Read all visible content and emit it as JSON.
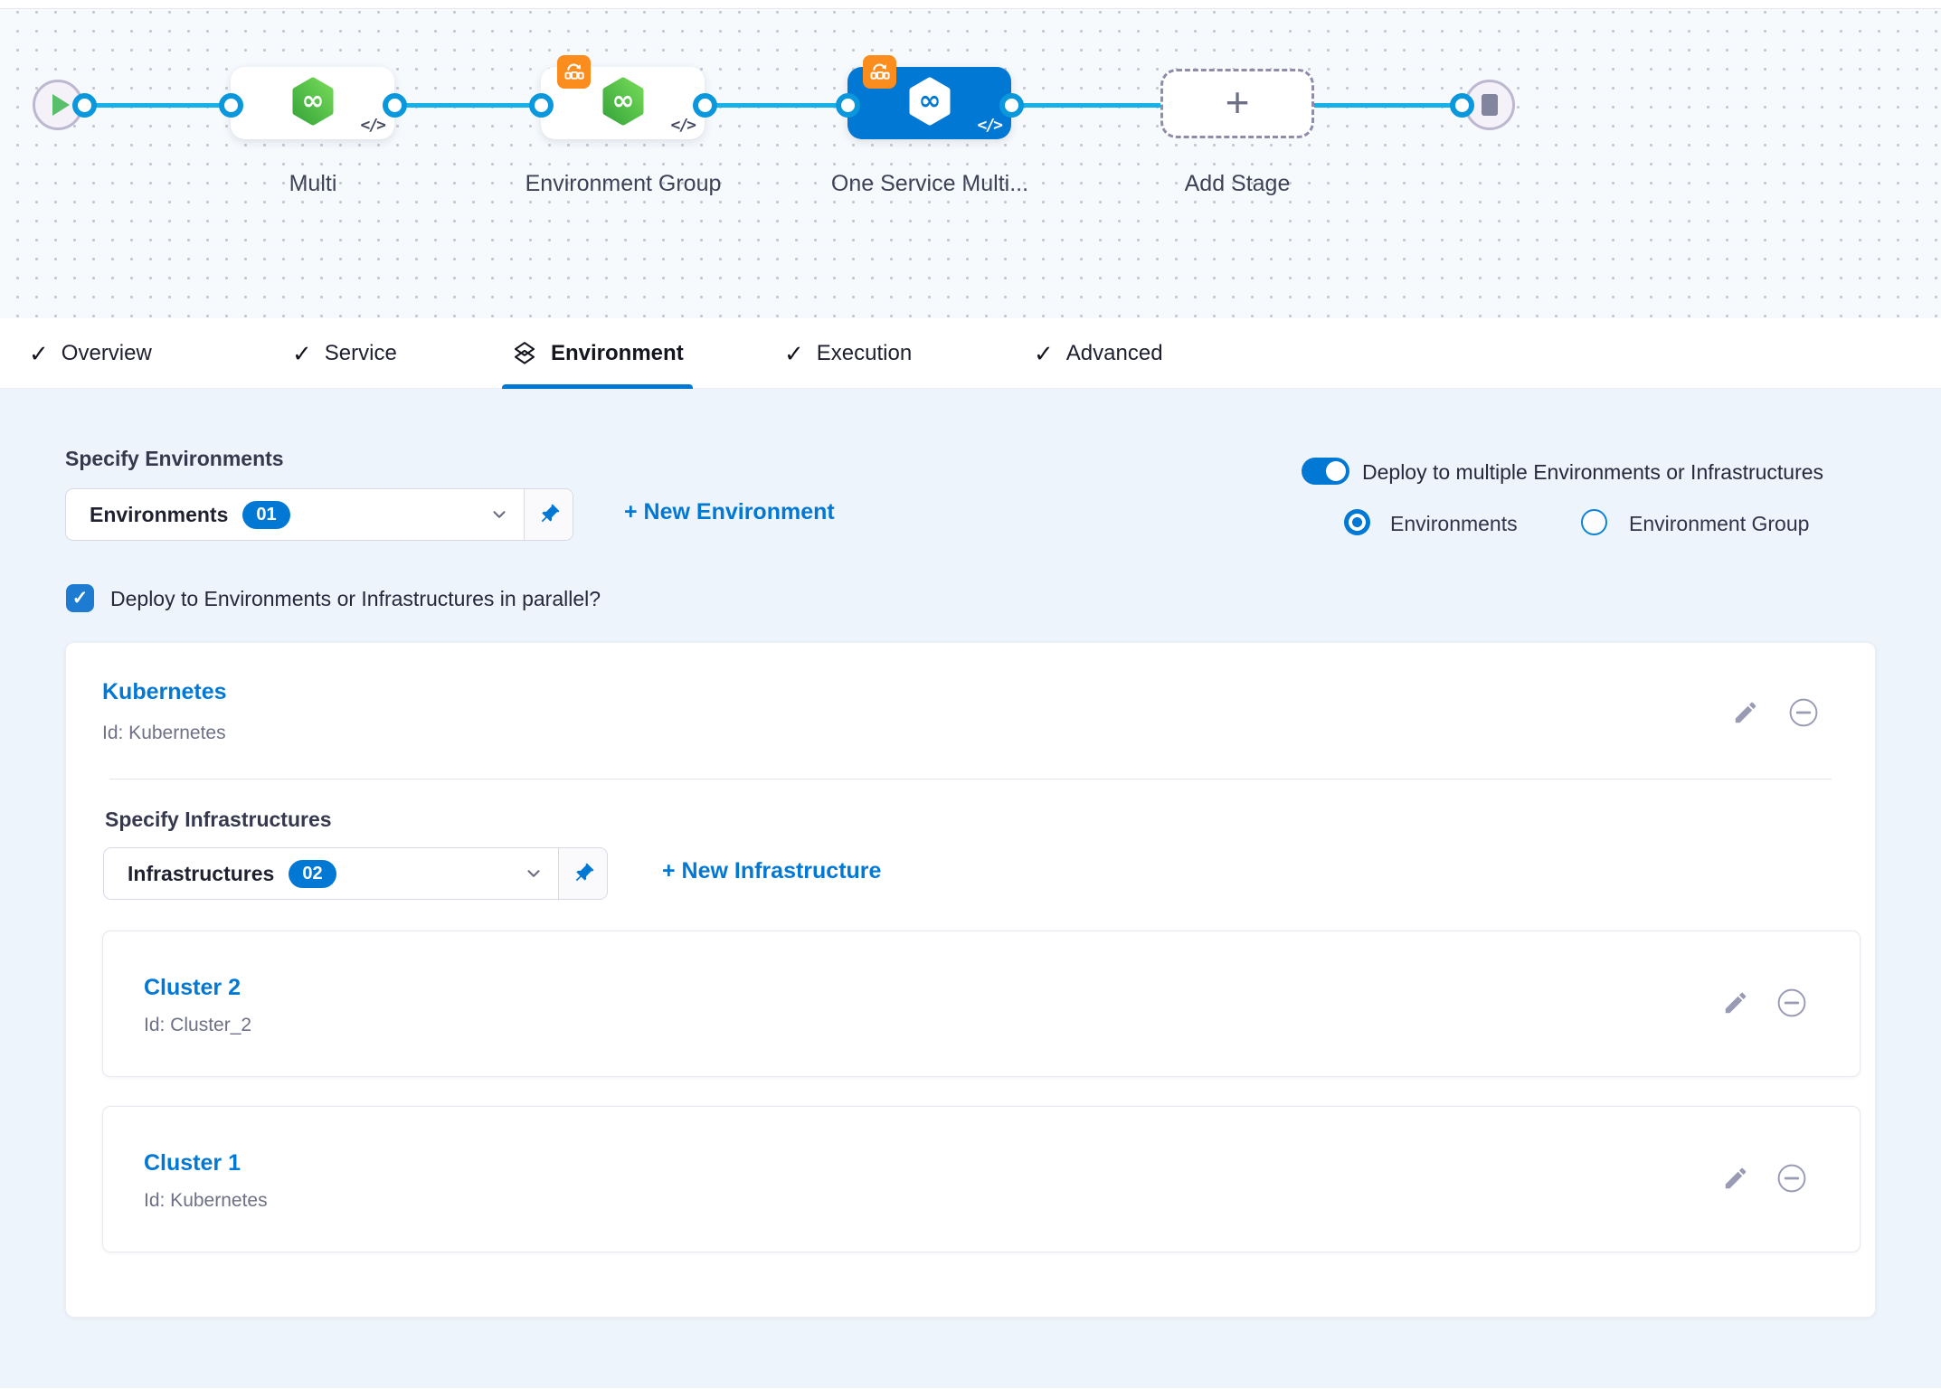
{
  "pipeline": {
    "stages": [
      {
        "label": "Multi",
        "selected": false
      },
      {
        "label": "Environment Group",
        "selected": false
      },
      {
        "label": "One Service Multi...",
        "selected": true
      }
    ],
    "add_stage_label": "Add Stage"
  },
  "tabs": [
    {
      "label": "Overview",
      "active": false
    },
    {
      "label": "Service",
      "active": false
    },
    {
      "label": "Environment",
      "active": true
    },
    {
      "label": "Execution",
      "active": false
    },
    {
      "label": "Advanced",
      "active": false
    }
  ],
  "environments": {
    "heading": "Specify Environments",
    "selector": {
      "value": "Environments",
      "count_badge": "01"
    },
    "new_environment_link": "+ New Environment",
    "multi_toggle_label": "Deploy to multiple Environments or Infrastructures",
    "radio_options": [
      {
        "label": "Environments",
        "selected": true
      },
      {
        "label": "Environment Group",
        "selected": false
      }
    ],
    "parallel_checkbox_label": "Deploy to Environments or Infrastructures in parallel?",
    "parallel_checkbox_checked": true
  },
  "environment_card": {
    "title": "Kubernetes",
    "id_text": "Id: Kubernetes",
    "infrastructures": {
      "heading": "Specify Infrastructures",
      "selector": {
        "value": "Infrastructures",
        "count_badge": "02"
      },
      "new_infrastructure_link": "+ New Infrastructure",
      "items": [
        {
          "title": "Cluster 2",
          "id_text": "Id: Cluster_2"
        },
        {
          "title": "Cluster 1",
          "id_text": "Id: Kubernetes"
        }
      ]
    }
  },
  "colors": {
    "accent_blue": "#0278d5",
    "connector_blue": "#14b2e9",
    "stage_green": "#42ba45",
    "badge_orange": "#fb8c1e",
    "content_background": "#edf4fb"
  }
}
